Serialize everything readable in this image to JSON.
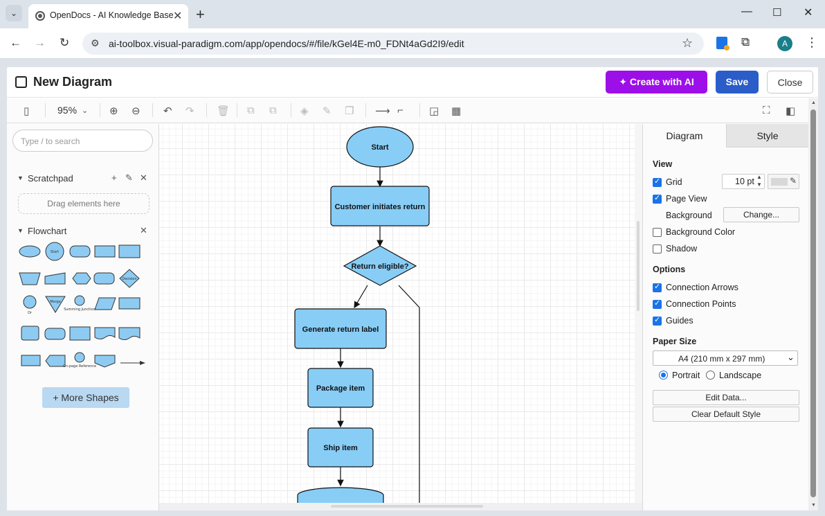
{
  "browser": {
    "tab_title": "OpenDocs - AI Knowledge Base",
    "url": "ai-toolbox.visual-paradigm.com/app/opendocs/#/file/kGel4E-m0_FDNt4aGd2I9/edit",
    "profile_initial": "A"
  },
  "dialog": {
    "title": "New Diagram",
    "create_ai_label": "Create with AI",
    "save_label": "Save",
    "close_label": "Close"
  },
  "toolbar": {
    "zoom": "95%"
  },
  "left_panel": {
    "search_placeholder": "Type / to search",
    "scratchpad_title": "Scratchpad",
    "scratchpad_hint": "Drag elements here",
    "flowchart_title": "Flowchart",
    "more_shapes": "More Shapes",
    "shape_captions": [
      "Start",
      "Decision",
      "Or",
      "Merge",
      "Summing Junction",
      "On-page Reference"
    ]
  },
  "diagram": {
    "nodes": [
      {
        "id": "start",
        "label": "Start"
      },
      {
        "id": "customer",
        "label": "Customer initiates return"
      },
      {
        "id": "eligible",
        "label": "Return eligible?"
      },
      {
        "id": "label",
        "label": "Generate return label"
      },
      {
        "id": "package",
        "label": "Package item"
      },
      {
        "id": "ship",
        "label": "Ship item"
      }
    ]
  },
  "right_panel": {
    "tabs": [
      "Diagram",
      "Style"
    ],
    "view_heading": "View",
    "grid_label": "Grid",
    "grid_size": "10 pt",
    "page_view_label": "Page View",
    "background_label": "Background",
    "change_button": "Change...",
    "background_color_label": "Background Color",
    "shadow_label": "Shadow",
    "options_heading": "Options",
    "connection_arrows_label": "Connection Arrows",
    "connection_points_label": "Connection Points",
    "guides_label": "Guides",
    "paper_size_heading": "Paper Size",
    "paper_size_value": "A4 (210 mm x 297 mm)",
    "portrait_label": "Portrait",
    "landscape_label": "Landscape",
    "edit_data_button": "Edit Data...",
    "clear_style_button": "Clear Default Style"
  },
  "colors": {
    "node_fill": "#88cdf6",
    "ai_button": "#9d0fe8",
    "save_button": "#2b5dc8",
    "checkbox": "#1a73e8"
  }
}
